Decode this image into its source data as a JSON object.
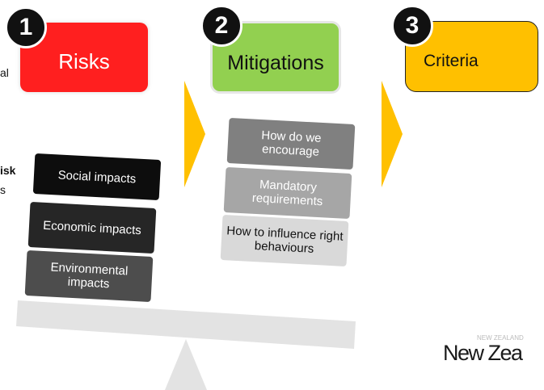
{
  "stages": {
    "risks": {
      "number": "1",
      "label": "Risks",
      "color": "#ff1f1f"
    },
    "mitigations": {
      "number": "2",
      "label": "Mitigations",
      "color": "#92d050"
    },
    "criteria": {
      "number": "3",
      "label": "Criteria",
      "color": "#ffc000"
    }
  },
  "risk_cards": [
    {
      "label": "Social impacts"
    },
    {
      "label": "Economic impacts"
    },
    {
      "label": "Environmental impacts"
    }
  ],
  "mitigation_cards": [
    {
      "label": "How do we encourage"
    },
    {
      "label": "Mandatory requirements"
    },
    {
      "label": "How to influence right behaviours"
    }
  ],
  "edge_fragments": {
    "line1": "al",
    "line2": "isk",
    "line3": "s"
  },
  "logo": {
    "text": "New Zea",
    "small": "NEW ZEALAND"
  },
  "colors": {
    "arrow": "#ffc000",
    "scale_beam": "#e3e3e3",
    "scale_pivot": "#e3e3e3"
  }
}
